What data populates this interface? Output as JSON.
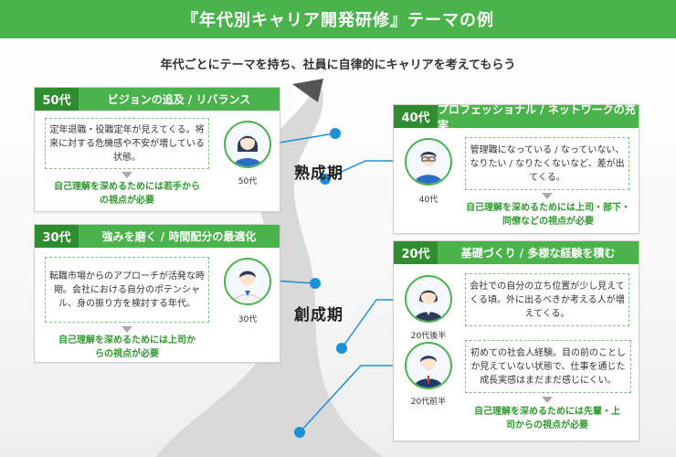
{
  "title": "『年代別キャリア開発研修』テーマの例",
  "subtitle": "年代ごとにテーマを持ち、社員に自律的にキャリアを考えてもらう",
  "phases": {
    "upper": "熟成期",
    "lower": "創成期"
  },
  "cards": {
    "c50": {
      "age": "50代",
      "theme": "ビジョンの追及 / リバランス",
      "text": "定年退職・役職定年が見えてくる。将来に対する危機感や不安が増している状態。",
      "need": "自己理解を深めるためには若手からの視点が必要",
      "avatar_label": "50代"
    },
    "c40": {
      "age": "40代",
      "theme": "プロフェッショナル / ネットワークの充実",
      "text": "管理職になっている / なっていない、なりたい / なりたくないなど、差が出てくる。",
      "need": "自己理解を深めるためには上司・部下・同僚などの視点が必要",
      "avatar_label": "40代"
    },
    "c30": {
      "age": "30代",
      "theme": "強みを磨く / 時間配分の最適化",
      "text": "転職市場からのアプローチが活発な時期。会社における自分のポテンシャル、身の振り方を検討する年代。",
      "need": "自己理解を深めるためには上司からの視点が必要",
      "avatar_label": "30代"
    },
    "c20": {
      "age": "20代",
      "theme": "基礎づくり / 多様な経験を積む",
      "text_late": "会社での自分の立ち位置が少し見えてくる頃。外に出るべきか考える人が増えてくる。",
      "label_late": "20代後半",
      "text_early": "初めての社会人経験。目の前のことしか見えていない状態で、仕事を通じた成長実感はまだまだ感じにくい。",
      "label_early": "20代前半",
      "need": "自己理解を深めるためには先輩・上司からの視点が必要"
    }
  },
  "colors": {
    "accent": "#4bb34b",
    "accent_dark": "#2f8c2f",
    "connector": "#1f8fd6",
    "road": "#d8d8d8"
  }
}
